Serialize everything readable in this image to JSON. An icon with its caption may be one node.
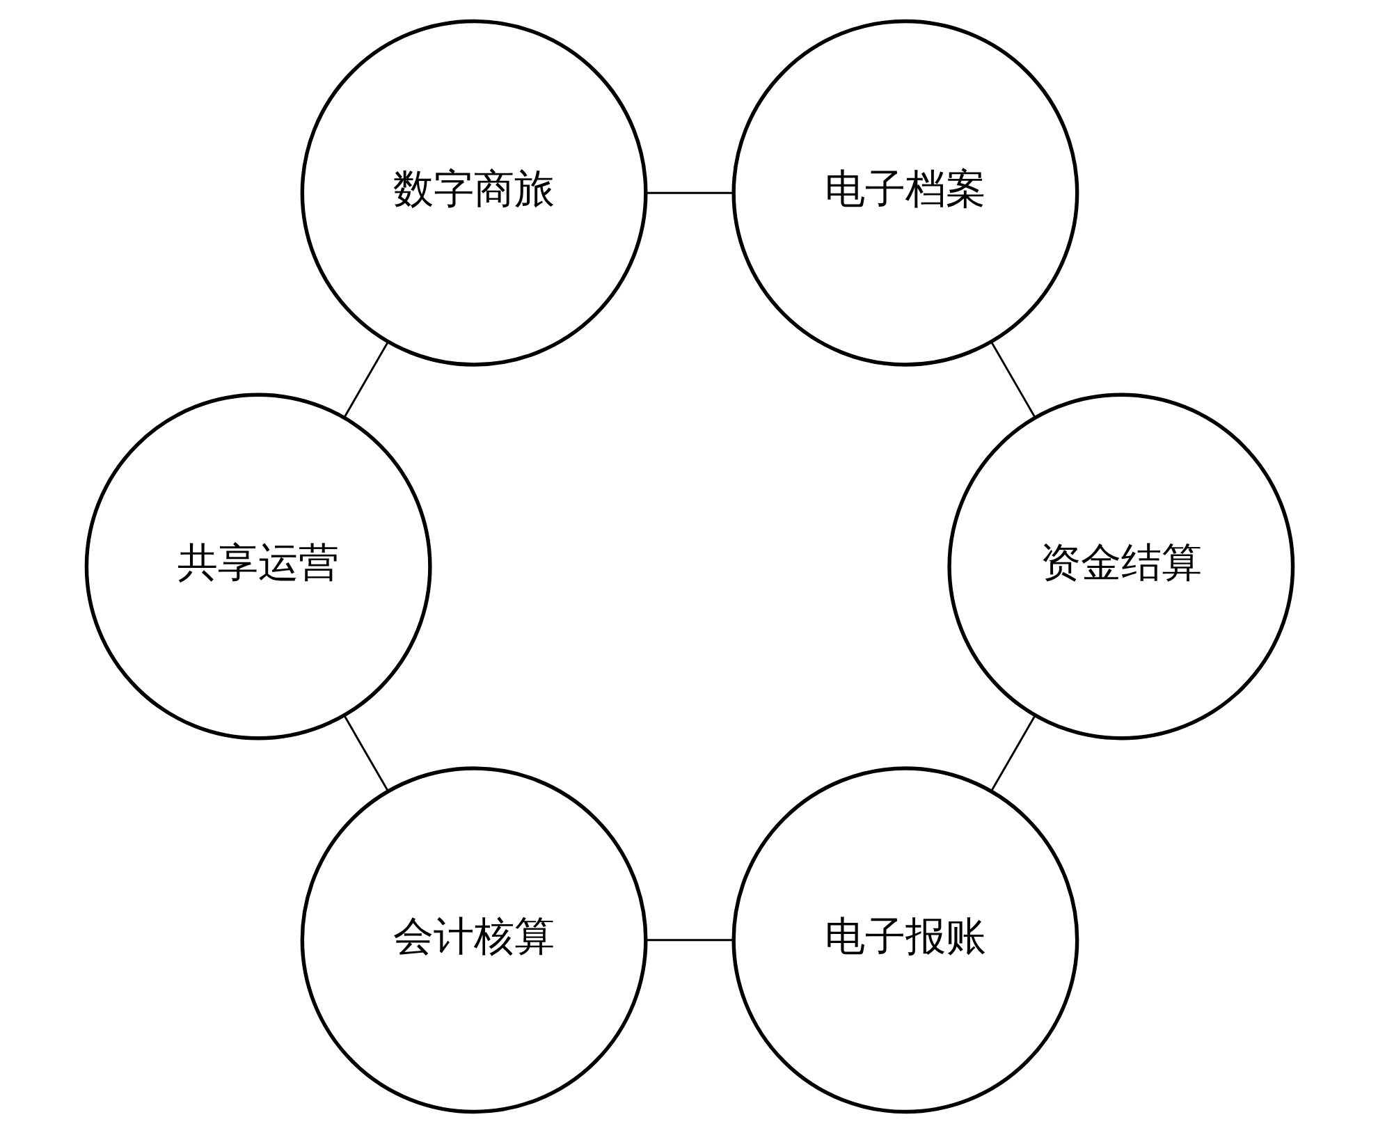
{
  "diagram": {
    "nodes": [
      {
        "text": [
          "电子报账"
        ]
      },
      {
        "text": [
          "会计核算"
        ]
      },
      {
        "text": [
          "资金结算"
        ]
      },
      {
        "text": [
          "共享运营"
        ]
      },
      {
        "text": [
          "电子档案"
        ]
      },
      {
        "text": [
          "数字商旅"
        ]
      }
    ],
    "edges": [
      {
        "from": 0,
        "to": 1,
        "arrow": "none"
      },
      {
        "from": 1,
        "to": 3,
        "arrow": "none"
      },
      {
        "from": 3,
        "to": 5,
        "arrow": "none"
      },
      {
        "from": 5,
        "to": 4,
        "arrow": "none"
      },
      {
        "from": 4,
        "to": 2,
        "arrow": "none"
      },
      {
        "from": 2,
        "to": 0,
        "arrow": "none"
      }
    ]
  }
}
